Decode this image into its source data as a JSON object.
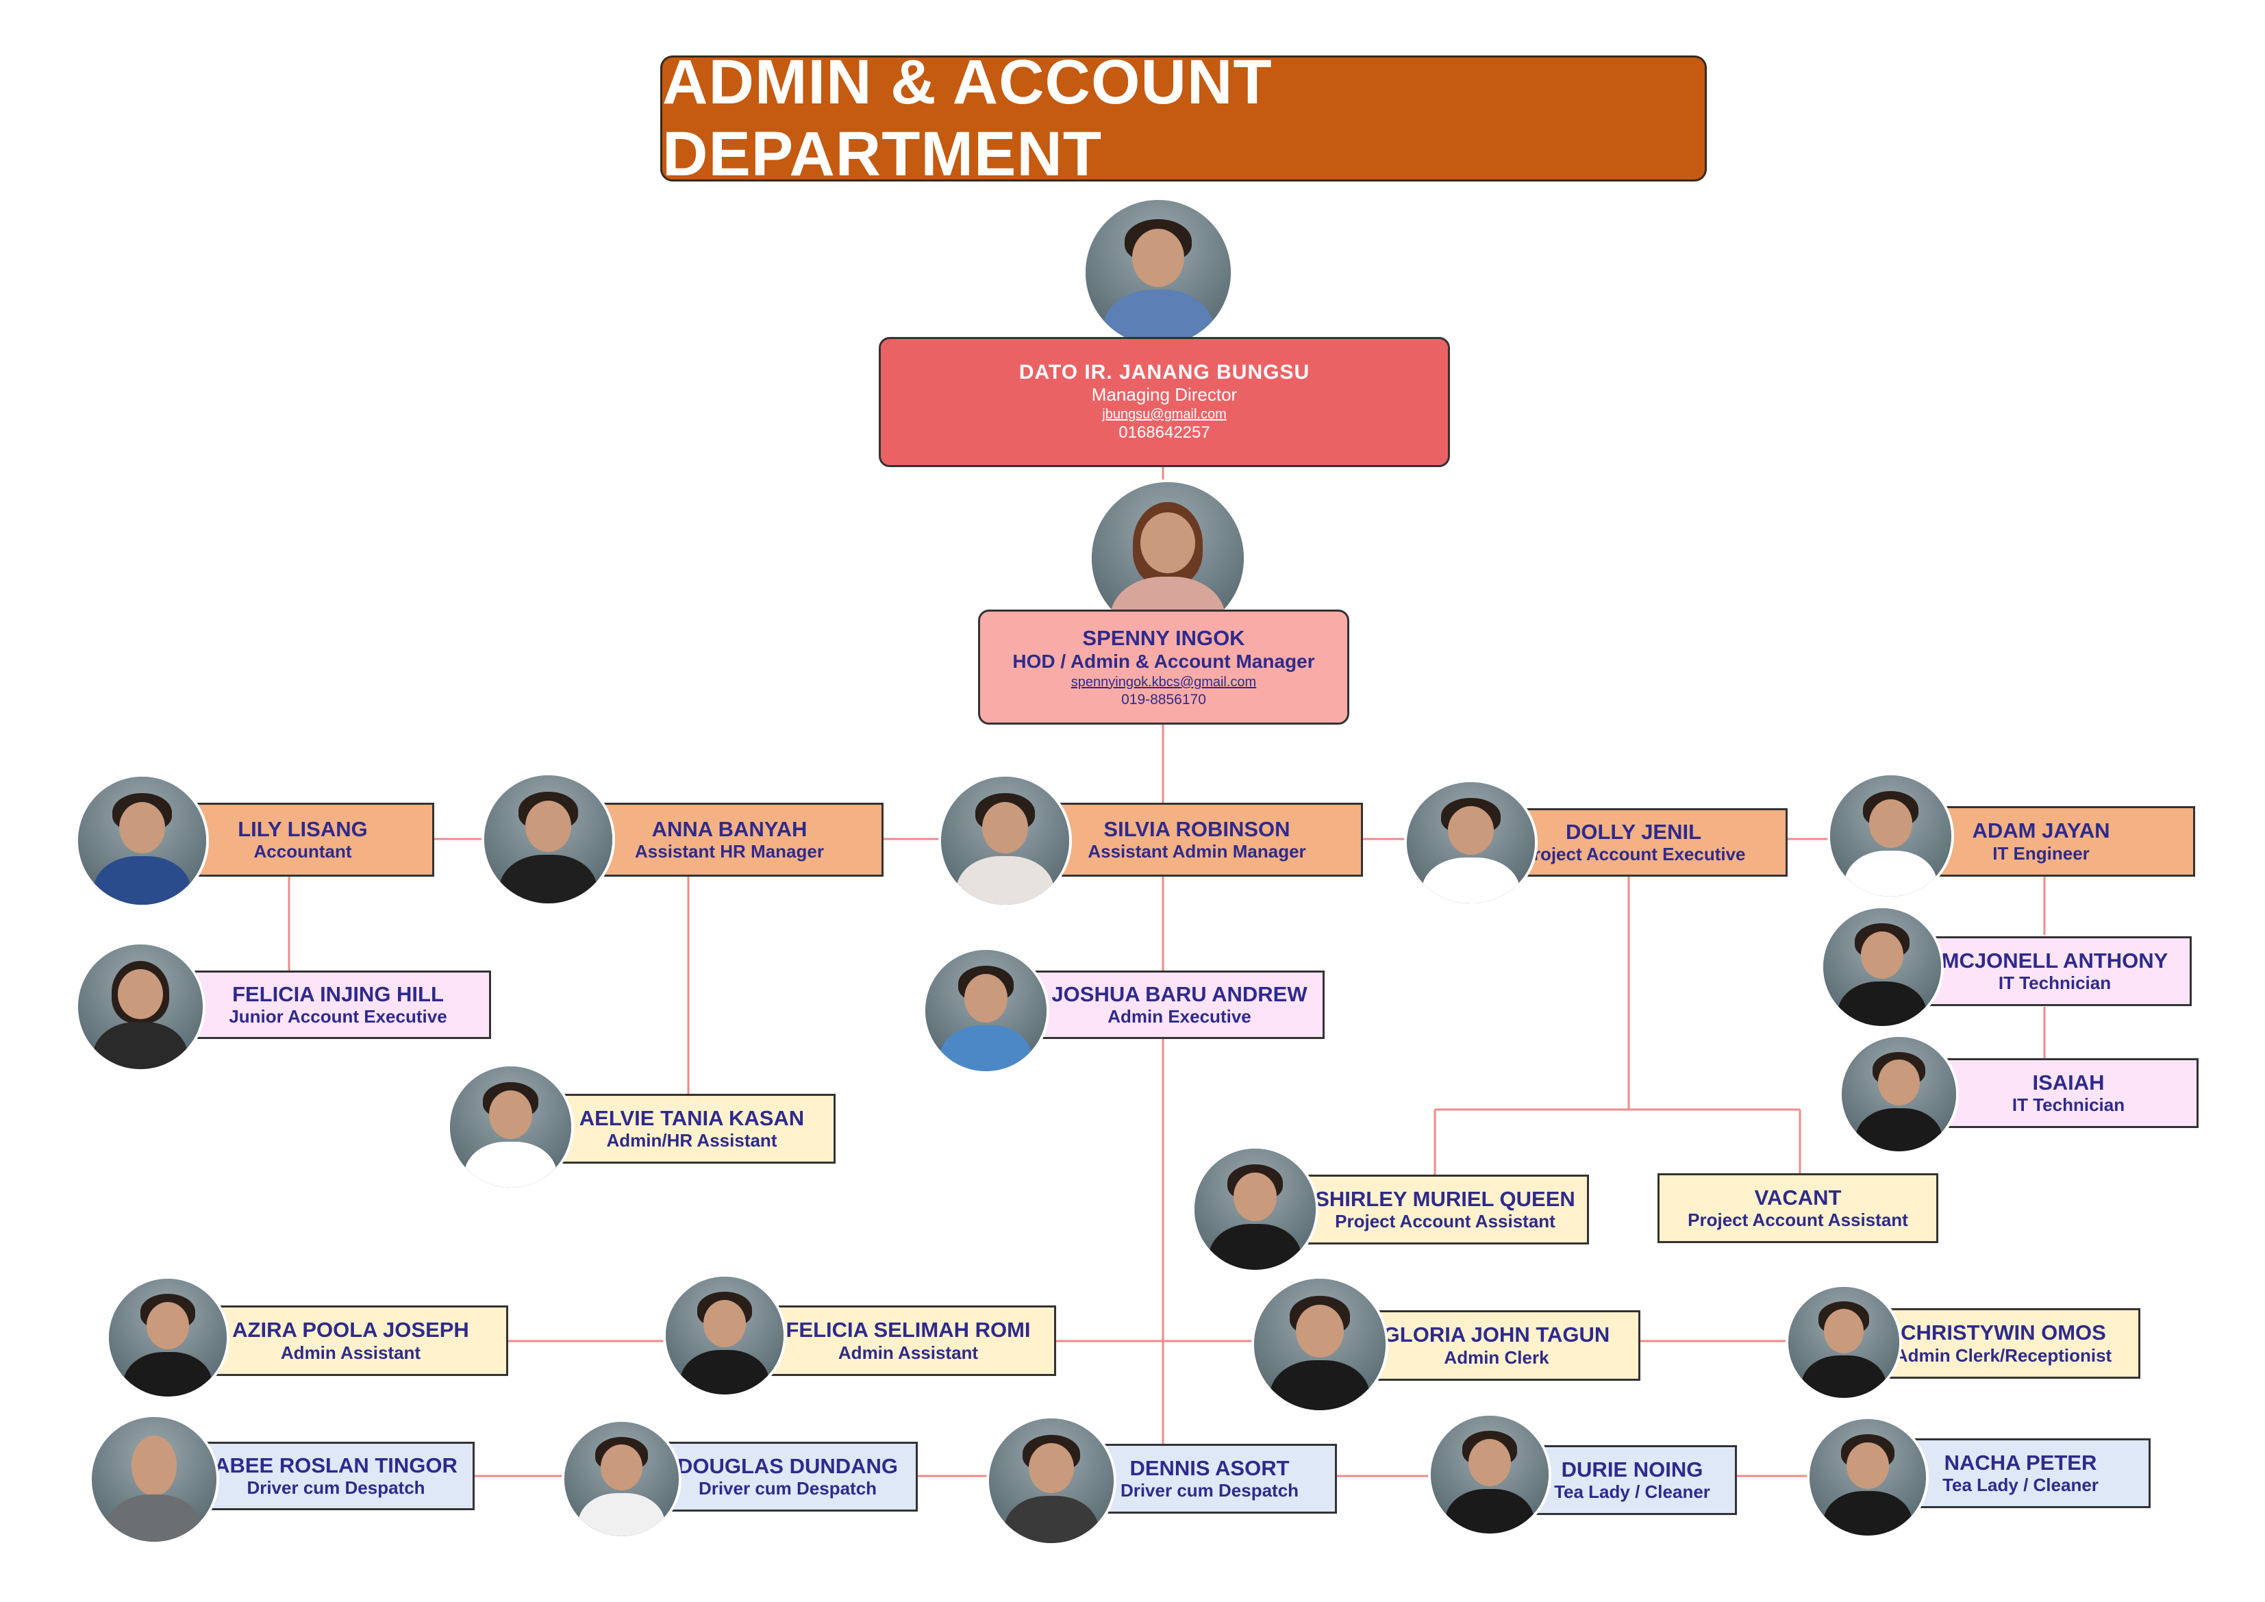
{
  "title": "ADMIN & ACCOUNT DEPARTMENT",
  "colors": {
    "title_bg": "#c55a11",
    "managing_director": "#eb6265",
    "hod": "#f9aca7",
    "managers": "#f4b183",
    "executives": "#fde4f9",
    "assistants": "#fff2cc",
    "support": "#dee8f7",
    "connector": "#f08a8a"
  },
  "director": {
    "name": "DATO IR. JANANG BUNGSU",
    "role": "Managing Director",
    "email": "jbungsu@gmail.com",
    "phone": "0168642257"
  },
  "hod": {
    "name": "SPENNY INGOK",
    "role": "HOD / Admin & Account Manager",
    "email": "spennyingok.kbcs@gmail.com",
    "phone": "019-8856170"
  },
  "managers": [
    {
      "name": "LILY LISANG",
      "role": "Accountant"
    },
    {
      "name": "ANNA BANYAH",
      "role": "Assistant HR Manager"
    },
    {
      "name": "SILVIA ROBINSON",
      "role": "Assistant Admin Manager"
    },
    {
      "name": "DOLLY JENIL",
      "role": "Project Account Executive"
    },
    {
      "name": "ADAM JAYAN",
      "role": "IT Engineer"
    }
  ],
  "executives": [
    {
      "name": "FELICIA INJING HILL",
      "role": "Junior Account Executive"
    },
    {
      "name": "JOSHUA BARU ANDREW",
      "role": "Admin Executive"
    },
    {
      "name": "MCJONELL ANTHONY",
      "role": "IT Technician"
    },
    {
      "name": "ISAIAH",
      "role": "IT Technician"
    }
  ],
  "assistants": [
    {
      "name": "AELVIE TANIA KASAN",
      "role": "Admin/HR Assistant"
    },
    {
      "name": "SHIRLEY MURIEL QUEEN",
      "role": "Project Account Assistant"
    },
    {
      "name": "VACANT",
      "role": "Project Account Assistant"
    },
    {
      "name": "AZIRA POOLA JOSEPH",
      "role": "Admin Assistant"
    },
    {
      "name": "FELICIA SELIMAH ROMI",
      "role": "Admin Assistant"
    },
    {
      "name": "GLORIA JOHN TAGUN",
      "role": "Admin Clerk"
    },
    {
      "name": "CHRISTYWIN OMOS",
      "role": "Admin Clerk/Receptionist"
    }
  ],
  "support": [
    {
      "name": "ABEE ROSLAN TINGOR",
      "role": "Driver cum Despatch"
    },
    {
      "name": "DOUGLAS DUNDANG",
      "role": "Driver cum Despatch"
    },
    {
      "name": "DENNIS ASORT",
      "role": "Driver cum Despatch"
    },
    {
      "name": "DURIE NOING",
      "role": "Tea Lady / Cleaner"
    },
    {
      "name": "NACHA PETER",
      "role": "Tea Lady / Cleaner"
    }
  ]
}
